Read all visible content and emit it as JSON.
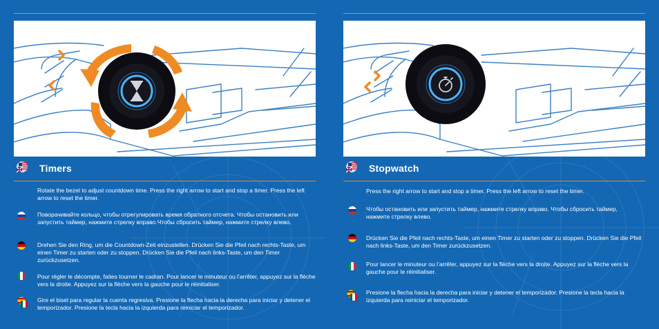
{
  "pages": [
    {
      "title": "Timers",
      "illustration_icon": "hourglass-icon",
      "texts": {
        "en": "Rotate the bezel to adjust countdown time. Press the right arrow to start and stop a timer. Press the left arrow to reset the timer.",
        "ru": "Поворачивайте кольцо, чтобы отрегулировать время обратного отсчета. Чтобы остановить или запустить таймер, нажмите стрелку вправо.Чтобы сбросить таймер, нажмите стрелку влево.",
        "de": "Drehen Sie den Ring, um die Countdown-Zeit einzustellen. Drücken Sie die Pfeil nach rechts-Taste, um einen Timer zu starten oder zu stoppen. Drücken Sie die Pfeil nach links-Taste, um den Timer zurückzusetzen.",
        "fr": "Pour régler le décompte, faites tourner le cadran. Pour lancer le minuteur ou l’arrêter, appuyez sur la flèche vers la droite. Appuyez sur la flèche vers la gauche pour le réinitialiser.",
        "es": "Gire el bisel para regular la cuenta regresiva. Presione la flecha hacia la derecha para iniciar y detener el temporizador. Presione la tecla hacia la izquierda para reiniciar el temporizador."
      }
    },
    {
      "title": "Stopwatch",
      "illustration_icon": "stopwatch-icon",
      "texts": {
        "en": "Press the right arrow to start and stop a timer. Press the left arrow to reset the timer.",
        "ru": "Чтобы остановить или запустить таймер, нажмите стрелку вправо. Чтобы сбросить таймер, нажмите стрелку влево.",
        "de": "Drücken Sie die Pfeil nach rechts-Taste, um einen Timer zu starten oder zu stoppen. Drücken Sie die Pfeil nach links-Taste, um den Timer zurückzusetzen.",
        "fr": "Pour lancer le minuteur ou l’arrêter, appuyez sur la flèche vers la droite. Appuyez sur la flèche vers la gauche pour le réinitialiser.",
        "es": "Presione la flecha hacia la derecha para iniciar y detener el temporizador. Presione la tecla hacia la izquierda para reiniciar el temporizador."
      }
    }
  ],
  "colors": {
    "background": "#1467b3",
    "accent": "#e8892c",
    "arrow": "#f08a24",
    "line_art": "#3a7fc4"
  }
}
